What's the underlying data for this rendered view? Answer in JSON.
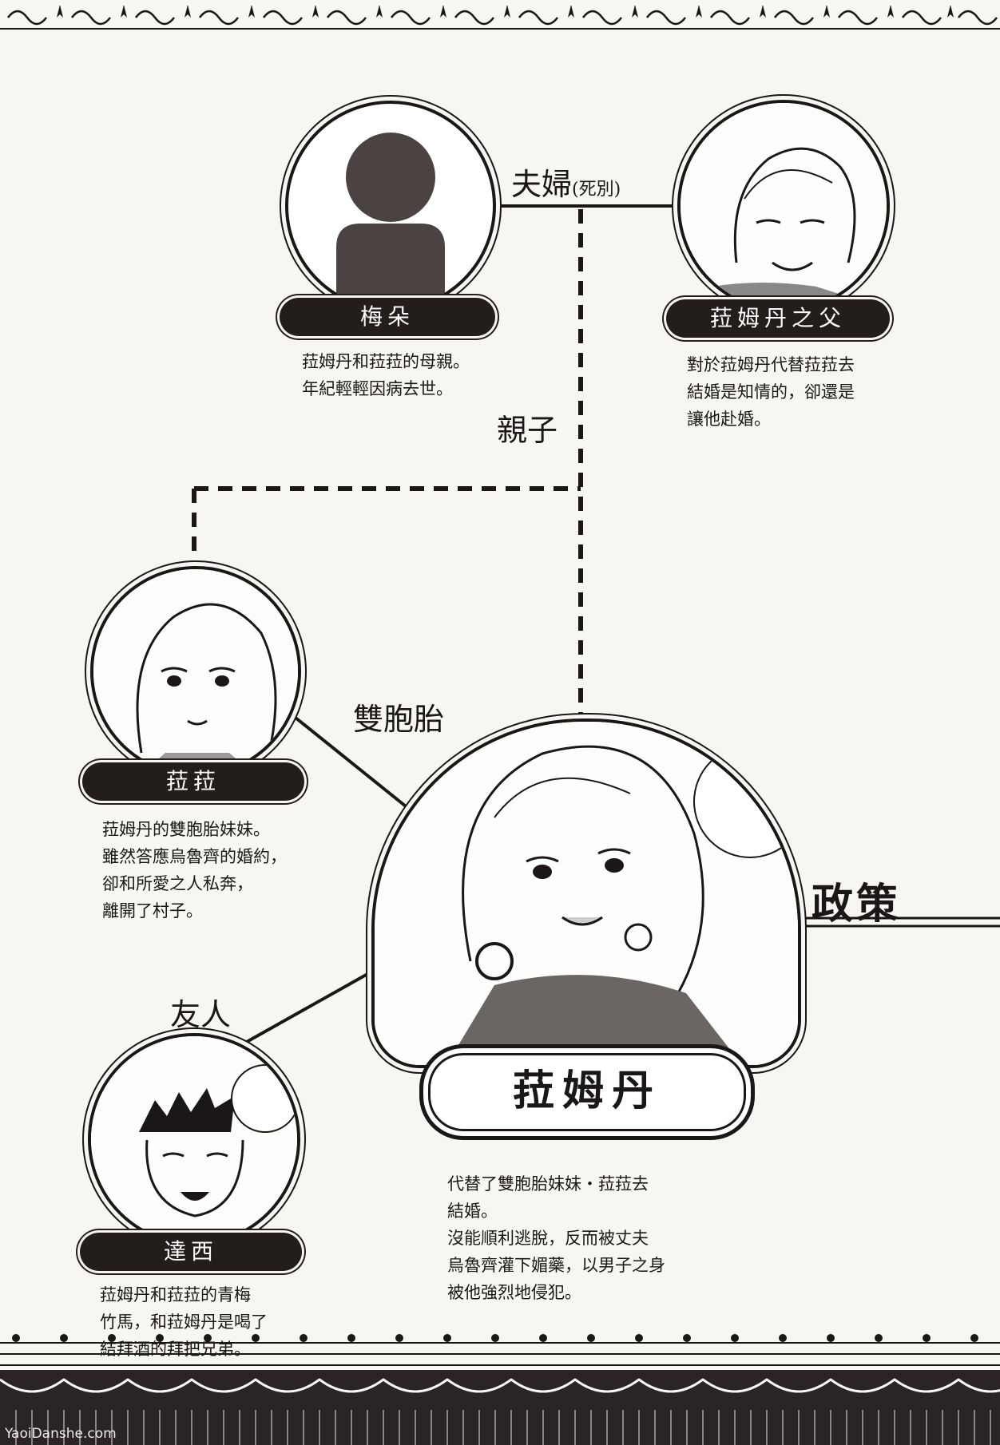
{
  "connections": {
    "spouse": "夫婦",
    "spouse_note": "(死別)",
    "parent_child": "親子",
    "twins": "雙胞胎",
    "friend": "友人",
    "policy": "政策"
  },
  "characters": {
    "mother": {
      "name": "梅朵",
      "desc": "菈姆丹和菈菈的母親。\n年紀輕輕因病去世。"
    },
    "father": {
      "name": "菈姆丹之父",
      "desc": "對於菈姆丹代替菈菈去\n結婚是知情的，卻還是\n讓他赴婚。"
    },
    "sister": {
      "name": "菈菈",
      "desc": "菈姆丹的雙胞胎妹妹。\n雖然答應烏魯齊的婚約，\n卻和所愛之人私奔，\n離開了村子。"
    },
    "friend": {
      "name": "達西",
      "desc": "菈姆丹和菈菈的青梅\n竹馬，和菈姆丹是喝了\n結拜酒的拜把兄弟。"
    },
    "protagonist": {
      "name": "菈姆丹",
      "desc": "代替了雙胞胎妹妹・菈菈去\n結婚。\n沒能順利逃脫，反而被丈夫\n烏魯齊灌下媚藥，以男子之身\n被他強烈地侵犯。"
    }
  },
  "watermark": "YaoiDanshe.com"
}
